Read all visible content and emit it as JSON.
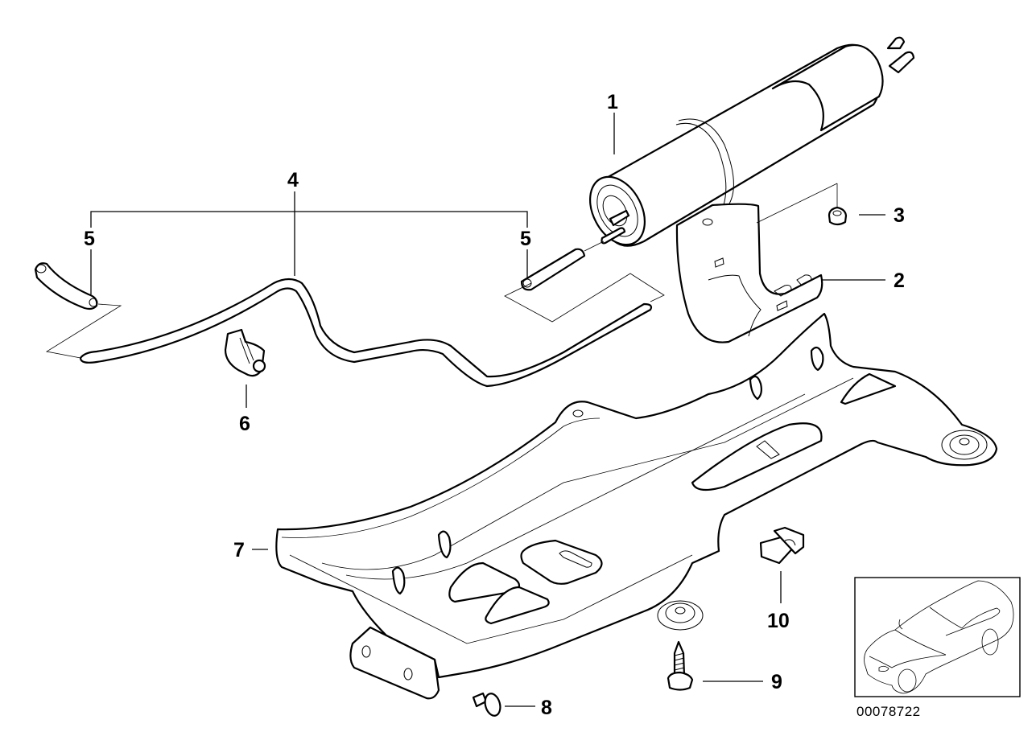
{
  "diagram": {
    "type": "exploded parts diagram",
    "subject": "Fuel filter with mounting and underbody protection plate",
    "reference_number": "00078722",
    "colors": {
      "line": "#000000",
      "background": "#ffffff"
    },
    "callouts": [
      {
        "id": "1",
        "label": "1",
        "part": "fuel-filter"
      },
      {
        "id": "2",
        "label": "2",
        "part": "filter-mounting-bracket"
      },
      {
        "id": "3",
        "label": "3",
        "part": "hex-nut"
      },
      {
        "id": "4",
        "label": "4",
        "part": "fuel-line"
      },
      {
        "id": "5a",
        "label": "5",
        "part": "hose-section-left"
      },
      {
        "id": "5b",
        "label": "5",
        "part": "hose-section-right"
      },
      {
        "id": "6",
        "label": "6",
        "part": "hose-clamp"
      },
      {
        "id": "7",
        "label": "7",
        "part": "underbody-protection-plate"
      },
      {
        "id": "8",
        "label": "8",
        "part": "expanding-rivet"
      },
      {
        "id": "9",
        "label": "9",
        "part": "self-tapping-screw"
      },
      {
        "id": "10",
        "label": "10",
        "part": "clip-nut"
      }
    ],
    "inset": {
      "name": "vehicle-locator",
      "depicts": "sedan car outline"
    }
  }
}
